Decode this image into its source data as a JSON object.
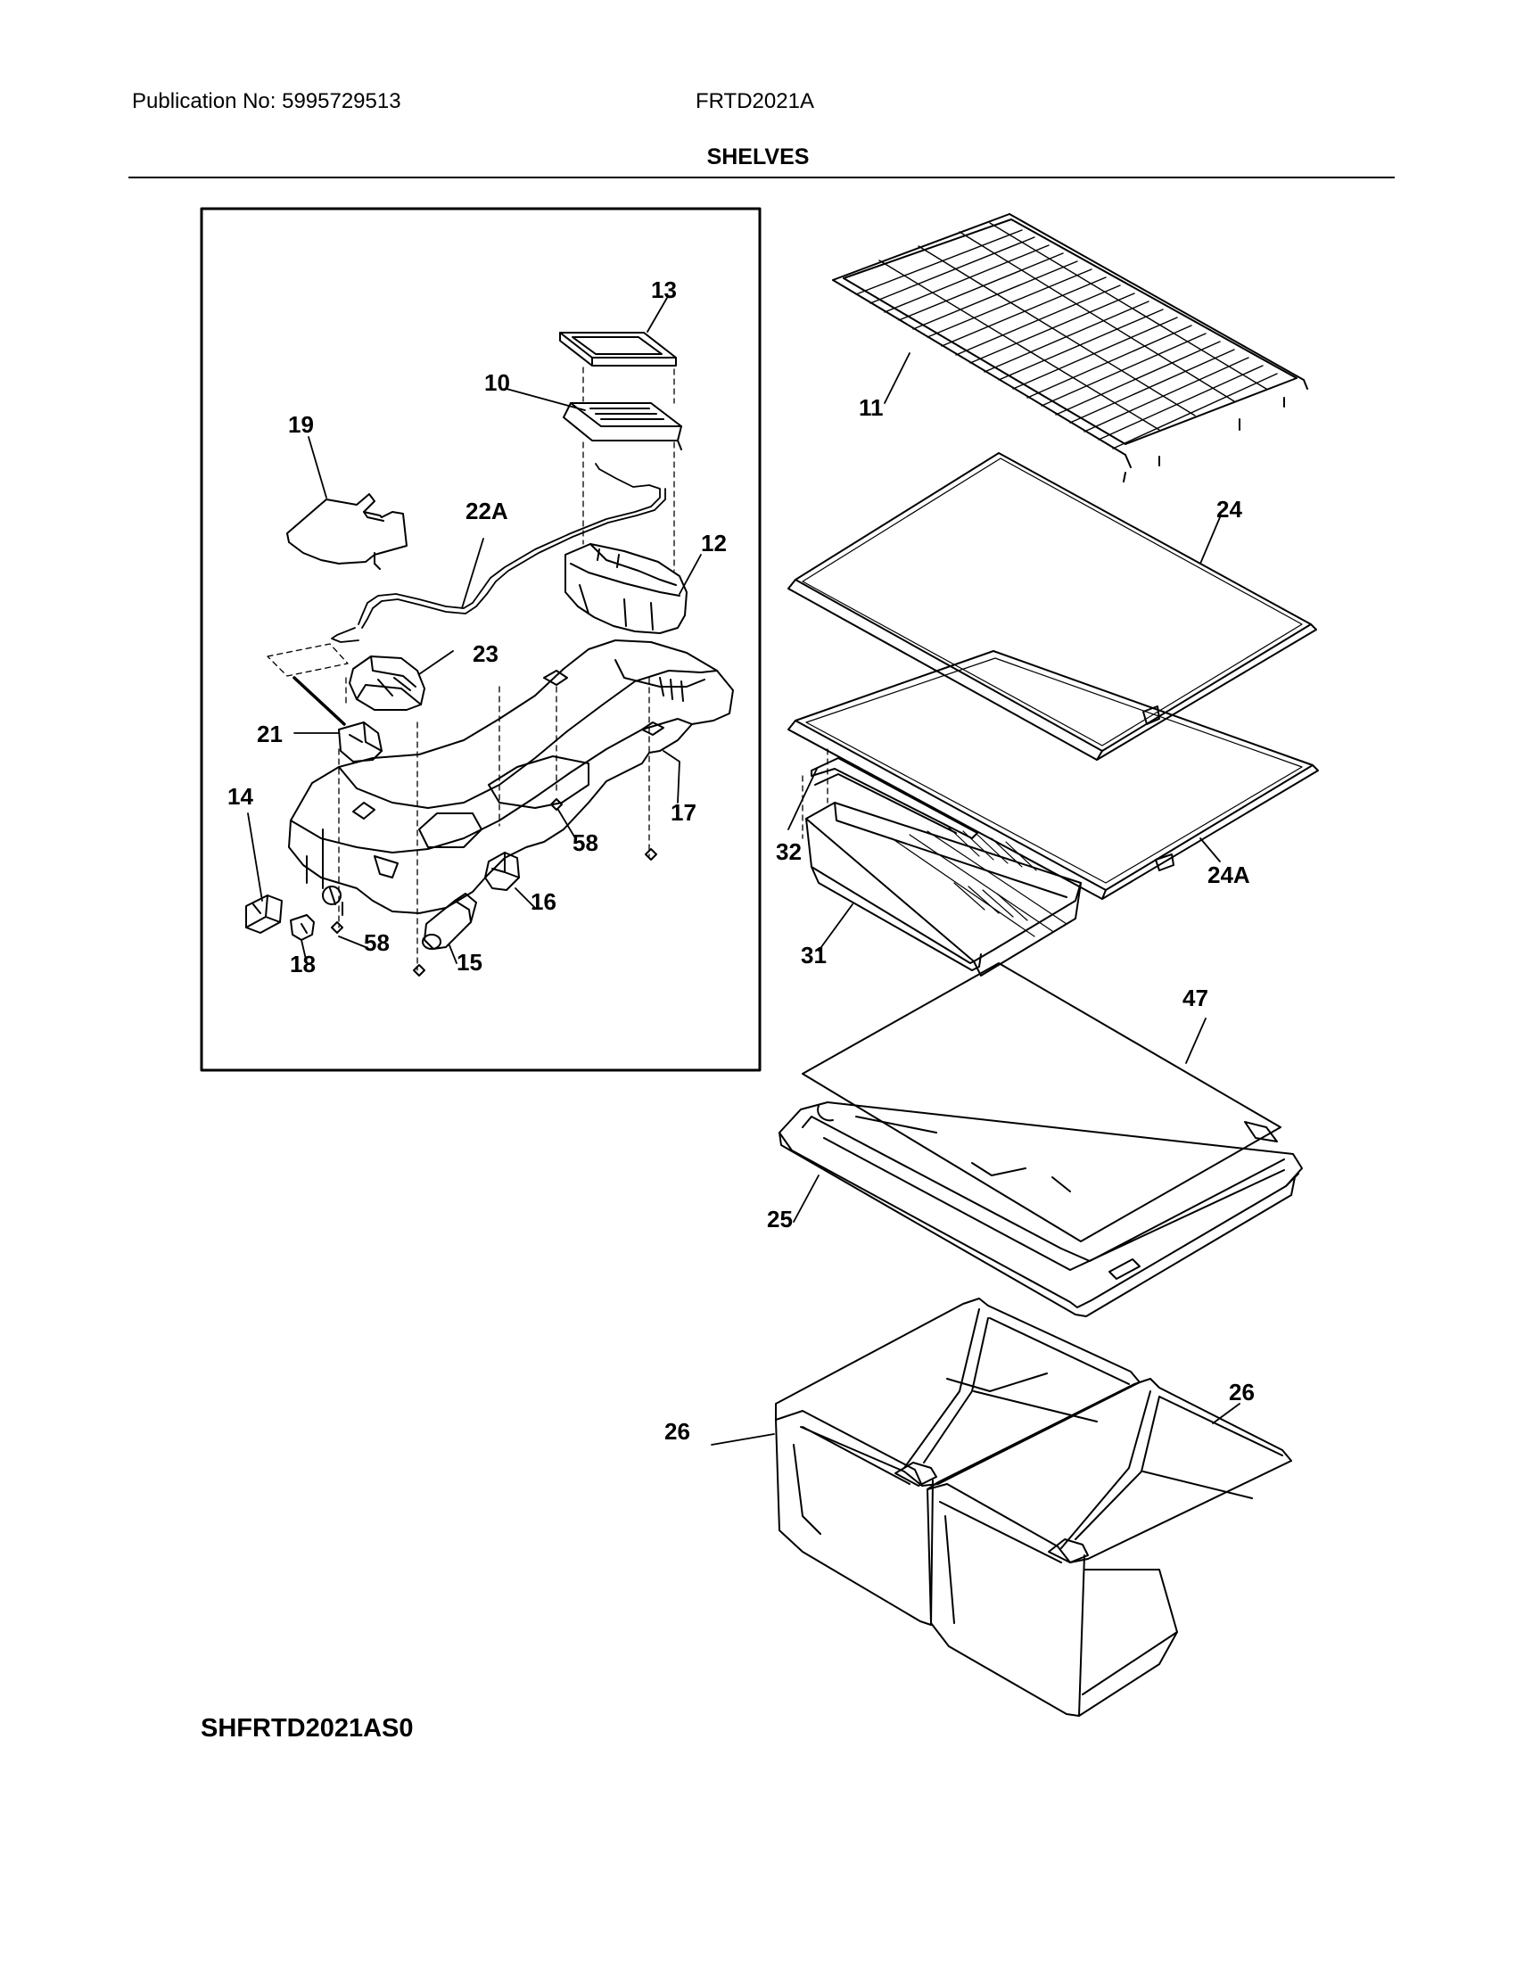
{
  "header": {
    "publication": "Publication No: 5995729513",
    "model": "FRTD2021A"
  },
  "title": "SHELVES",
  "footer_code": "SHFRTD2021AS0",
  "callouts": [
    "13",
    "10",
    "19",
    "22A",
    "12",
    "23",
    "21",
    "14",
    "17",
    "58",
    "58",
    "16",
    "15",
    "18",
    "11",
    "24",
    "24A",
    "32",
    "31",
    "47",
    "25",
    "26",
    "26"
  ]
}
